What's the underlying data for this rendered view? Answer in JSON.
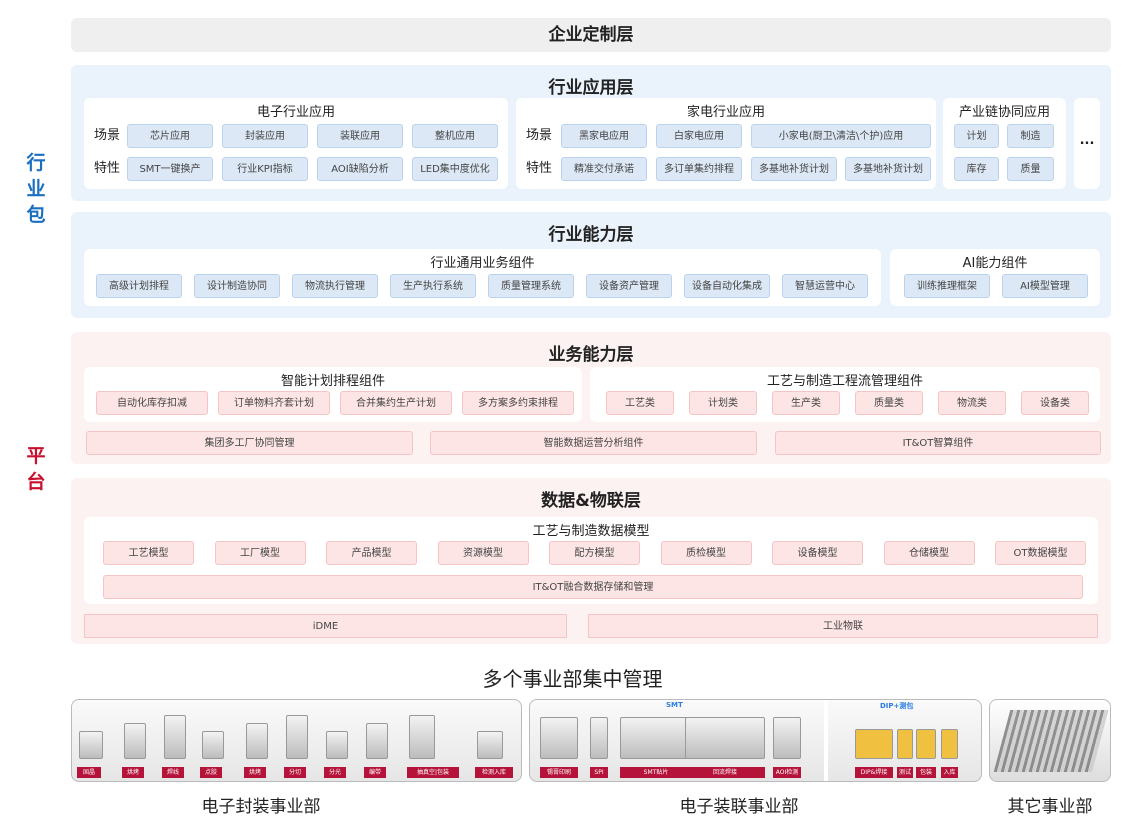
{
  "side_labels": {
    "industry_pack": "行业包",
    "platform": "平台"
  },
  "enterprise_layer": "企业定制层",
  "industry_app_layer": {
    "title": "行业应用层",
    "electronics": {
      "title": "电子行业应用",
      "scene_label": "场景",
      "feature_label": "特性",
      "scenes": [
        "芯片应用",
        "封装应用",
        "装联应用",
        "整机应用"
      ],
      "features": [
        "SMT一键换产",
        "行业KPI指标",
        "AOI缺陷分析",
        "LED集中度优化"
      ]
    },
    "appliance": {
      "title": "家电行业应用",
      "scene_label": "场景",
      "feature_label": "特性",
      "scenes": [
        "黑家电应用",
        "白家电应用",
        "小家电(厨卫\\清洁\\个护)应用"
      ],
      "features": [
        "精准交付承诺",
        "多订单集约排程",
        "多基地补货计划",
        "多基地补货计划"
      ]
    },
    "chain": {
      "title": "产业链协同应用",
      "items": [
        "计划",
        "制造",
        "库存",
        "质量"
      ]
    },
    "more": "..."
  },
  "industry_cap_layer": {
    "title": "行业能力层",
    "common": {
      "title": "行业通用业务组件",
      "items": [
        "高级计划排程",
        "设计制造协同",
        "物流执行管理",
        "生产执行系统",
        "质量管理系统",
        "设备资产管理",
        "设备自动化集成",
        "智慧运营中心"
      ]
    },
    "ai": {
      "title": "AI能力组件",
      "items": [
        "训练推理框架",
        "AI模型管理"
      ]
    }
  },
  "biz_cap_layer": {
    "title": "业务能力层",
    "planning": {
      "title": "智能计划排程组件",
      "items": [
        "自动化库存扣减",
        "订单物料齐套计划",
        "合并集约生产计划",
        "多方案多约束排程"
      ]
    },
    "process": {
      "title": "工艺与制造工程流管理组件",
      "items": [
        "工艺类",
        "计划类",
        "生产类",
        "质量类",
        "物流类",
        "设备类"
      ]
    },
    "bottom": [
      "集团多工厂协同管理",
      "智能数据运营分析组件",
      "IT&OT智算组件"
    ]
  },
  "data_layer": {
    "title": "数据&物联层",
    "model": {
      "title": "工艺与制造数据模型",
      "items": [
        "工艺模型",
        "工厂模型",
        "产品模型",
        "资源模型",
        "配方模型",
        "质检模型",
        "设备模型",
        "仓储模型",
        "OT数据模型"
      ],
      "storage": "IT&OT融合数据存储和管理"
    },
    "bottom": [
      "iDME",
      "工业物联"
    ]
  },
  "central": "多个事业部集中管理",
  "divisions": [
    {
      "name": "电子封装事业部",
      "steps": [
        "固晶",
        "烘烤",
        "焊线",
        "点胶",
        "烘烤",
        "分切",
        "分光",
        "编带",
        "抽真空|包装",
        "检测入库"
      ]
    },
    {
      "name": "电子装联事业部",
      "section1": "SMT",
      "section2": "DIP+测包",
      "steps1": [
        "锡膏印刷",
        "SPI",
        "SMT贴片",
        "回流焊接",
        "AOI检测"
      ],
      "steps2": [
        "DIP&焊接",
        "测试",
        "包装",
        "入库"
      ]
    },
    {
      "name": "其它事业部"
    }
  ],
  "colors": {
    "industry": "#1a6fc0",
    "platform": "#c8102e",
    "tag": "#b5133a"
  }
}
